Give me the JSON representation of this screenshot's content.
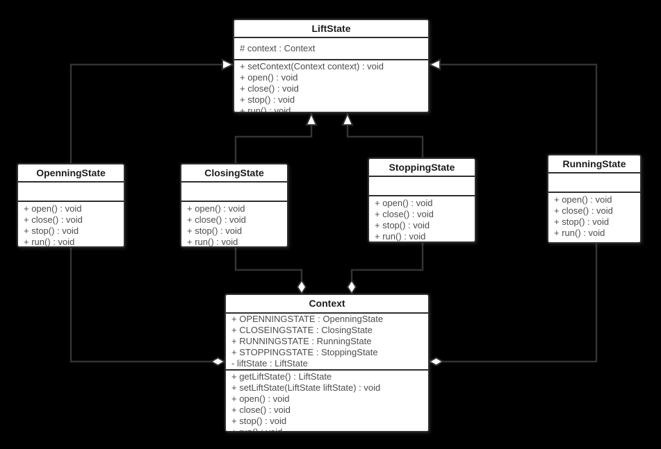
{
  "diagram": {
    "type": "uml-class-diagram",
    "classes": [
      {
        "name": "LiftState",
        "attributes": [
          "# context : Context"
        ],
        "methods": [
          "+ setContext(Context context) : void",
          "+ open() : void",
          "+ close() : void",
          "+ stop() : void",
          "+ run() : void"
        ]
      },
      {
        "name": "OpenningState",
        "attributes": [],
        "methods": [
          "+ open() : void",
          "+ close() : void",
          "+ stop() : void",
          "+ run() : void"
        ]
      },
      {
        "name": "ClosingState",
        "attributes": [],
        "methods": [
          "+ open() : void",
          "+ close() : void",
          "+ stop() : void",
          "+ run() : void"
        ]
      },
      {
        "name": "StoppingState",
        "attributes": [],
        "methods": [
          "+ open() : void",
          "+ close() : void",
          "+ stop() : void",
          "+ run() : void"
        ]
      },
      {
        "name": "RunningState",
        "attributes": [],
        "methods": [
          "+ open() : void",
          "+ close() : void",
          "+ stop() : void",
          "+ run() : void"
        ]
      },
      {
        "name": "Context",
        "attributes": [
          "+ OPENNINGSTATE : OpenningState",
          "+ CLOSEINGSTATE : ClosingState",
          "+ RUNNINGSTATE : RunningState",
          "+ STOPPINGSTATE : StoppingState",
          "- liftState : LiftState"
        ],
        "methods": [
          "+ getLiftState() : LiftState",
          "+ setLiftState(LiftState liftState) : void",
          "+ open() : void",
          "+ close() : void",
          "+ stop() : void",
          "+ run() : void"
        ]
      }
    ],
    "relationships": [
      {
        "from": "OpenningState",
        "to": "LiftState",
        "type": "generalization"
      },
      {
        "from": "ClosingState",
        "to": "LiftState",
        "type": "generalization"
      },
      {
        "from": "StoppingState",
        "to": "LiftState",
        "type": "generalization"
      },
      {
        "from": "RunningState",
        "to": "LiftState",
        "type": "generalization"
      },
      {
        "from": "OpenningState",
        "to": "Context",
        "type": "aggregation"
      },
      {
        "from": "ClosingState",
        "to": "Context",
        "type": "aggregation"
      },
      {
        "from": "StoppingState",
        "to": "Context",
        "type": "aggregation"
      },
      {
        "from": "RunningState",
        "to": "Context",
        "type": "aggregation"
      }
    ],
    "colors": {
      "background": "#000000",
      "class_fill": "#ffffff",
      "class_border": "#2e2e2e",
      "title_text": "#1c1c1c",
      "member_text": "#4d4d4d",
      "connector": "#333333"
    }
  }
}
